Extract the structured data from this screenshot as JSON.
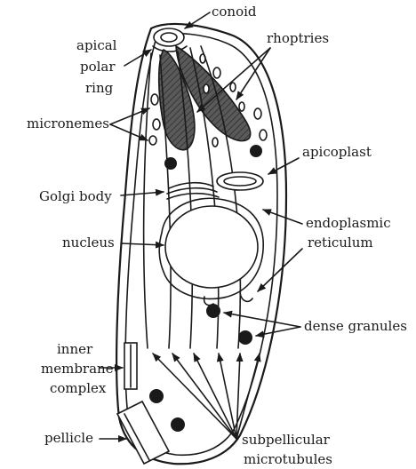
{
  "labels": {
    "conoid": "conoid",
    "apical_1": "apical",
    "apical_2": "polar",
    "apical_3": "ring",
    "rhoptries": "rhoptries",
    "micronemes": "micronemes",
    "apicoplast": "apicoplast",
    "golgi": "Golgi body",
    "er_1": "endoplasmic",
    "er_2": "reticulum",
    "nucleus": "nucleus",
    "dense_granules": "dense granules",
    "imc_1": "inner",
    "imc_2": "membrane",
    "imc_3": "complex",
    "pellicle": "pellicle",
    "subpel_1": "subpellicular",
    "subpel_2": "microtubules"
  },
  "colors": {
    "ink": "#1a1a1a",
    "rhoptry_fill": "#5a5a5a",
    "background": "#ffffff"
  }
}
